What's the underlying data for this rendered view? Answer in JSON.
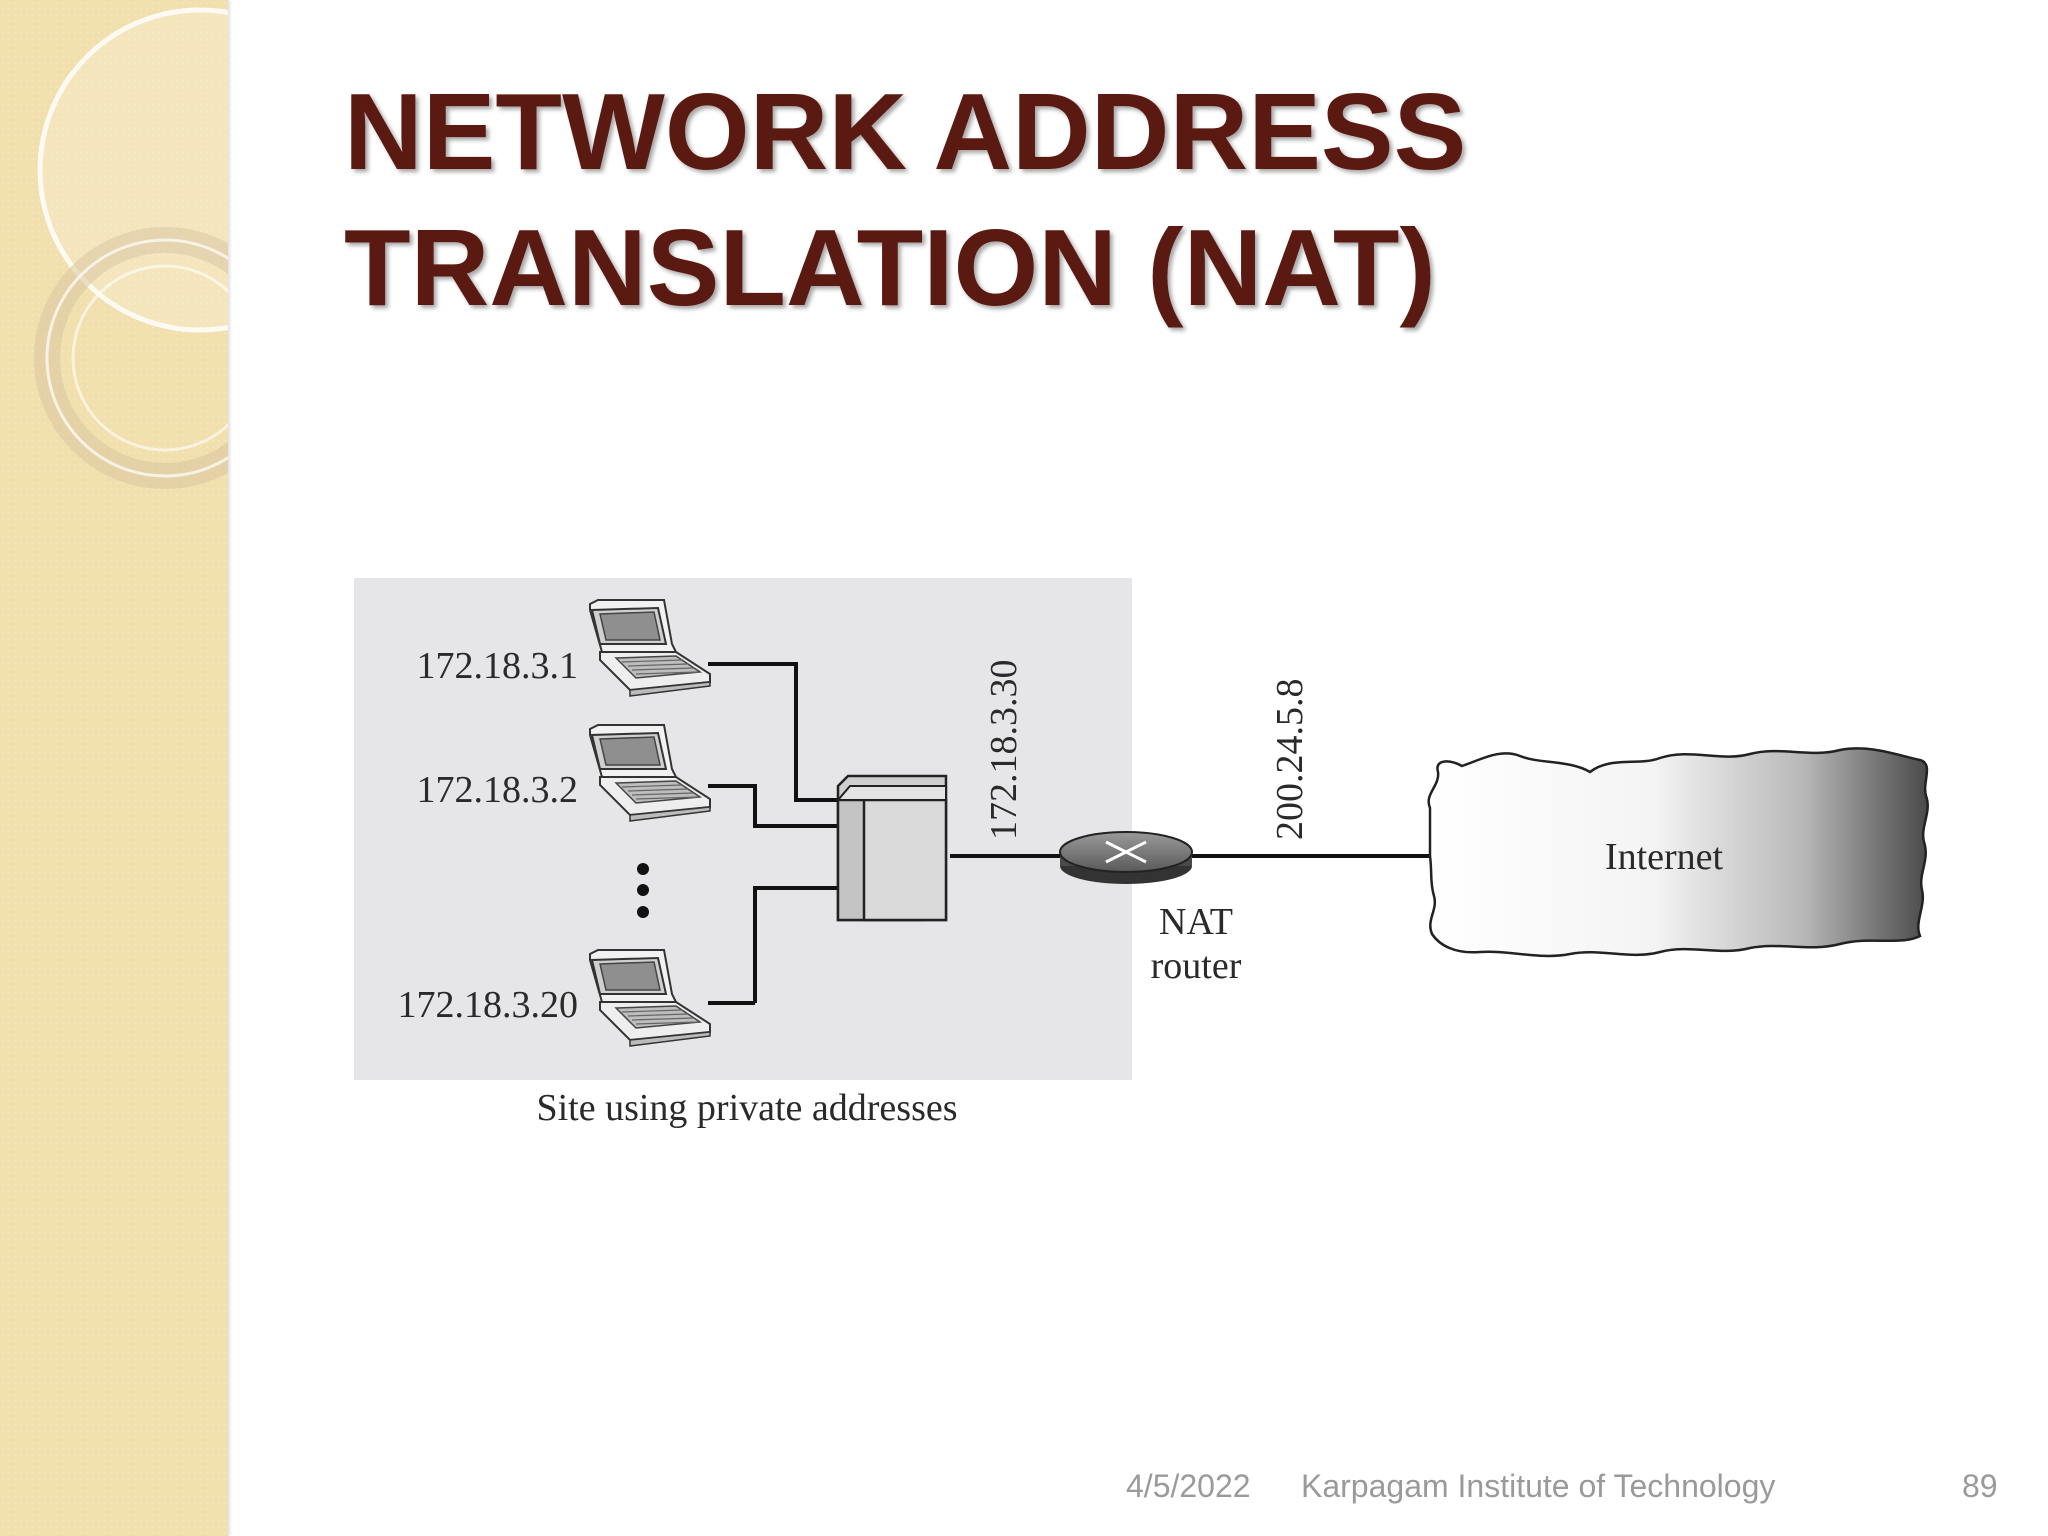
{
  "slide": {
    "title_line1": "NETWORK ADDRESS",
    "title_line2": "TRANSLATION (NAT)"
  },
  "diagram": {
    "hosts": [
      {
        "label": "172.18.3.1"
      },
      {
        "label": "172.18.3.2"
      },
      {
        "label": "172.18.3.20"
      }
    ],
    "switch_address": "172.18.3.30",
    "router_public_address": "200.24.5.8",
    "router_label_line1": "NAT",
    "router_label_line2": "router",
    "cloud_label": "Internet",
    "site_caption": "Site using private addresses"
  },
  "footer": {
    "date": "4/5/2022",
    "organization": "Karpagam Institute of Technology",
    "page_number": "89"
  },
  "colors": {
    "title": "#5b1a11",
    "sidebar": "#f1dfae",
    "site_background": "#e6e6e8",
    "footer_text": "#9a9a9a"
  }
}
